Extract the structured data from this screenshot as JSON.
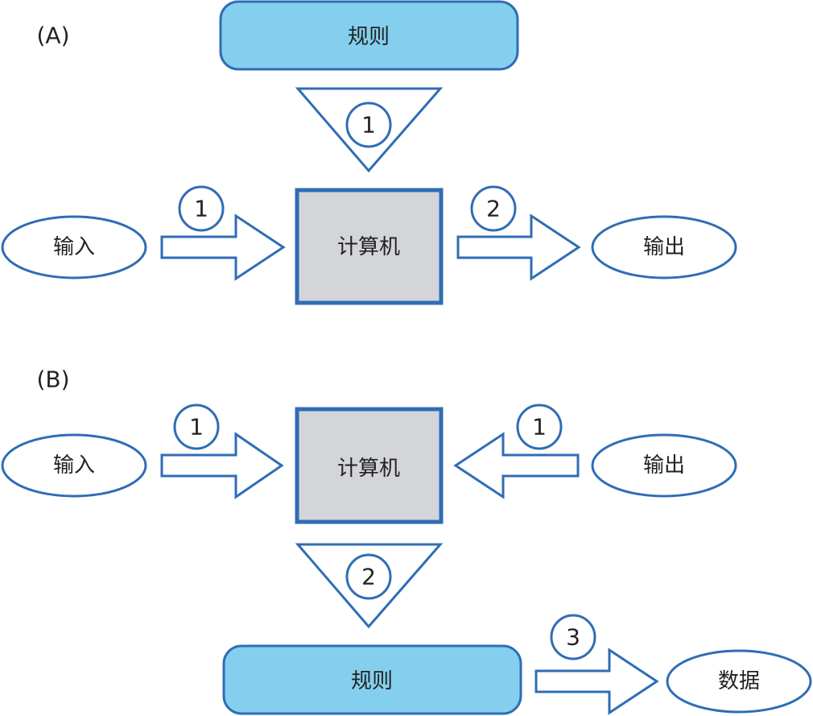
{
  "colors": {
    "stroke": "#2f6db5",
    "rule_fill": "#84cfee",
    "computer_fill": "#d3d5d8",
    "background": "#ffffff"
  },
  "panel_a": {
    "label": "(A)",
    "rules": "规则",
    "input": "输入",
    "computer": "计算机",
    "output": "输出",
    "step_rules": "1",
    "step_input": "1",
    "step_output": "2"
  },
  "panel_b": {
    "label": "(B)",
    "input": "输入",
    "computer": "计算机",
    "output": "输出",
    "rules": "规则",
    "data": "数据",
    "step_input": "1",
    "step_output": "1",
    "step_rules": "2",
    "step_data": "3"
  }
}
